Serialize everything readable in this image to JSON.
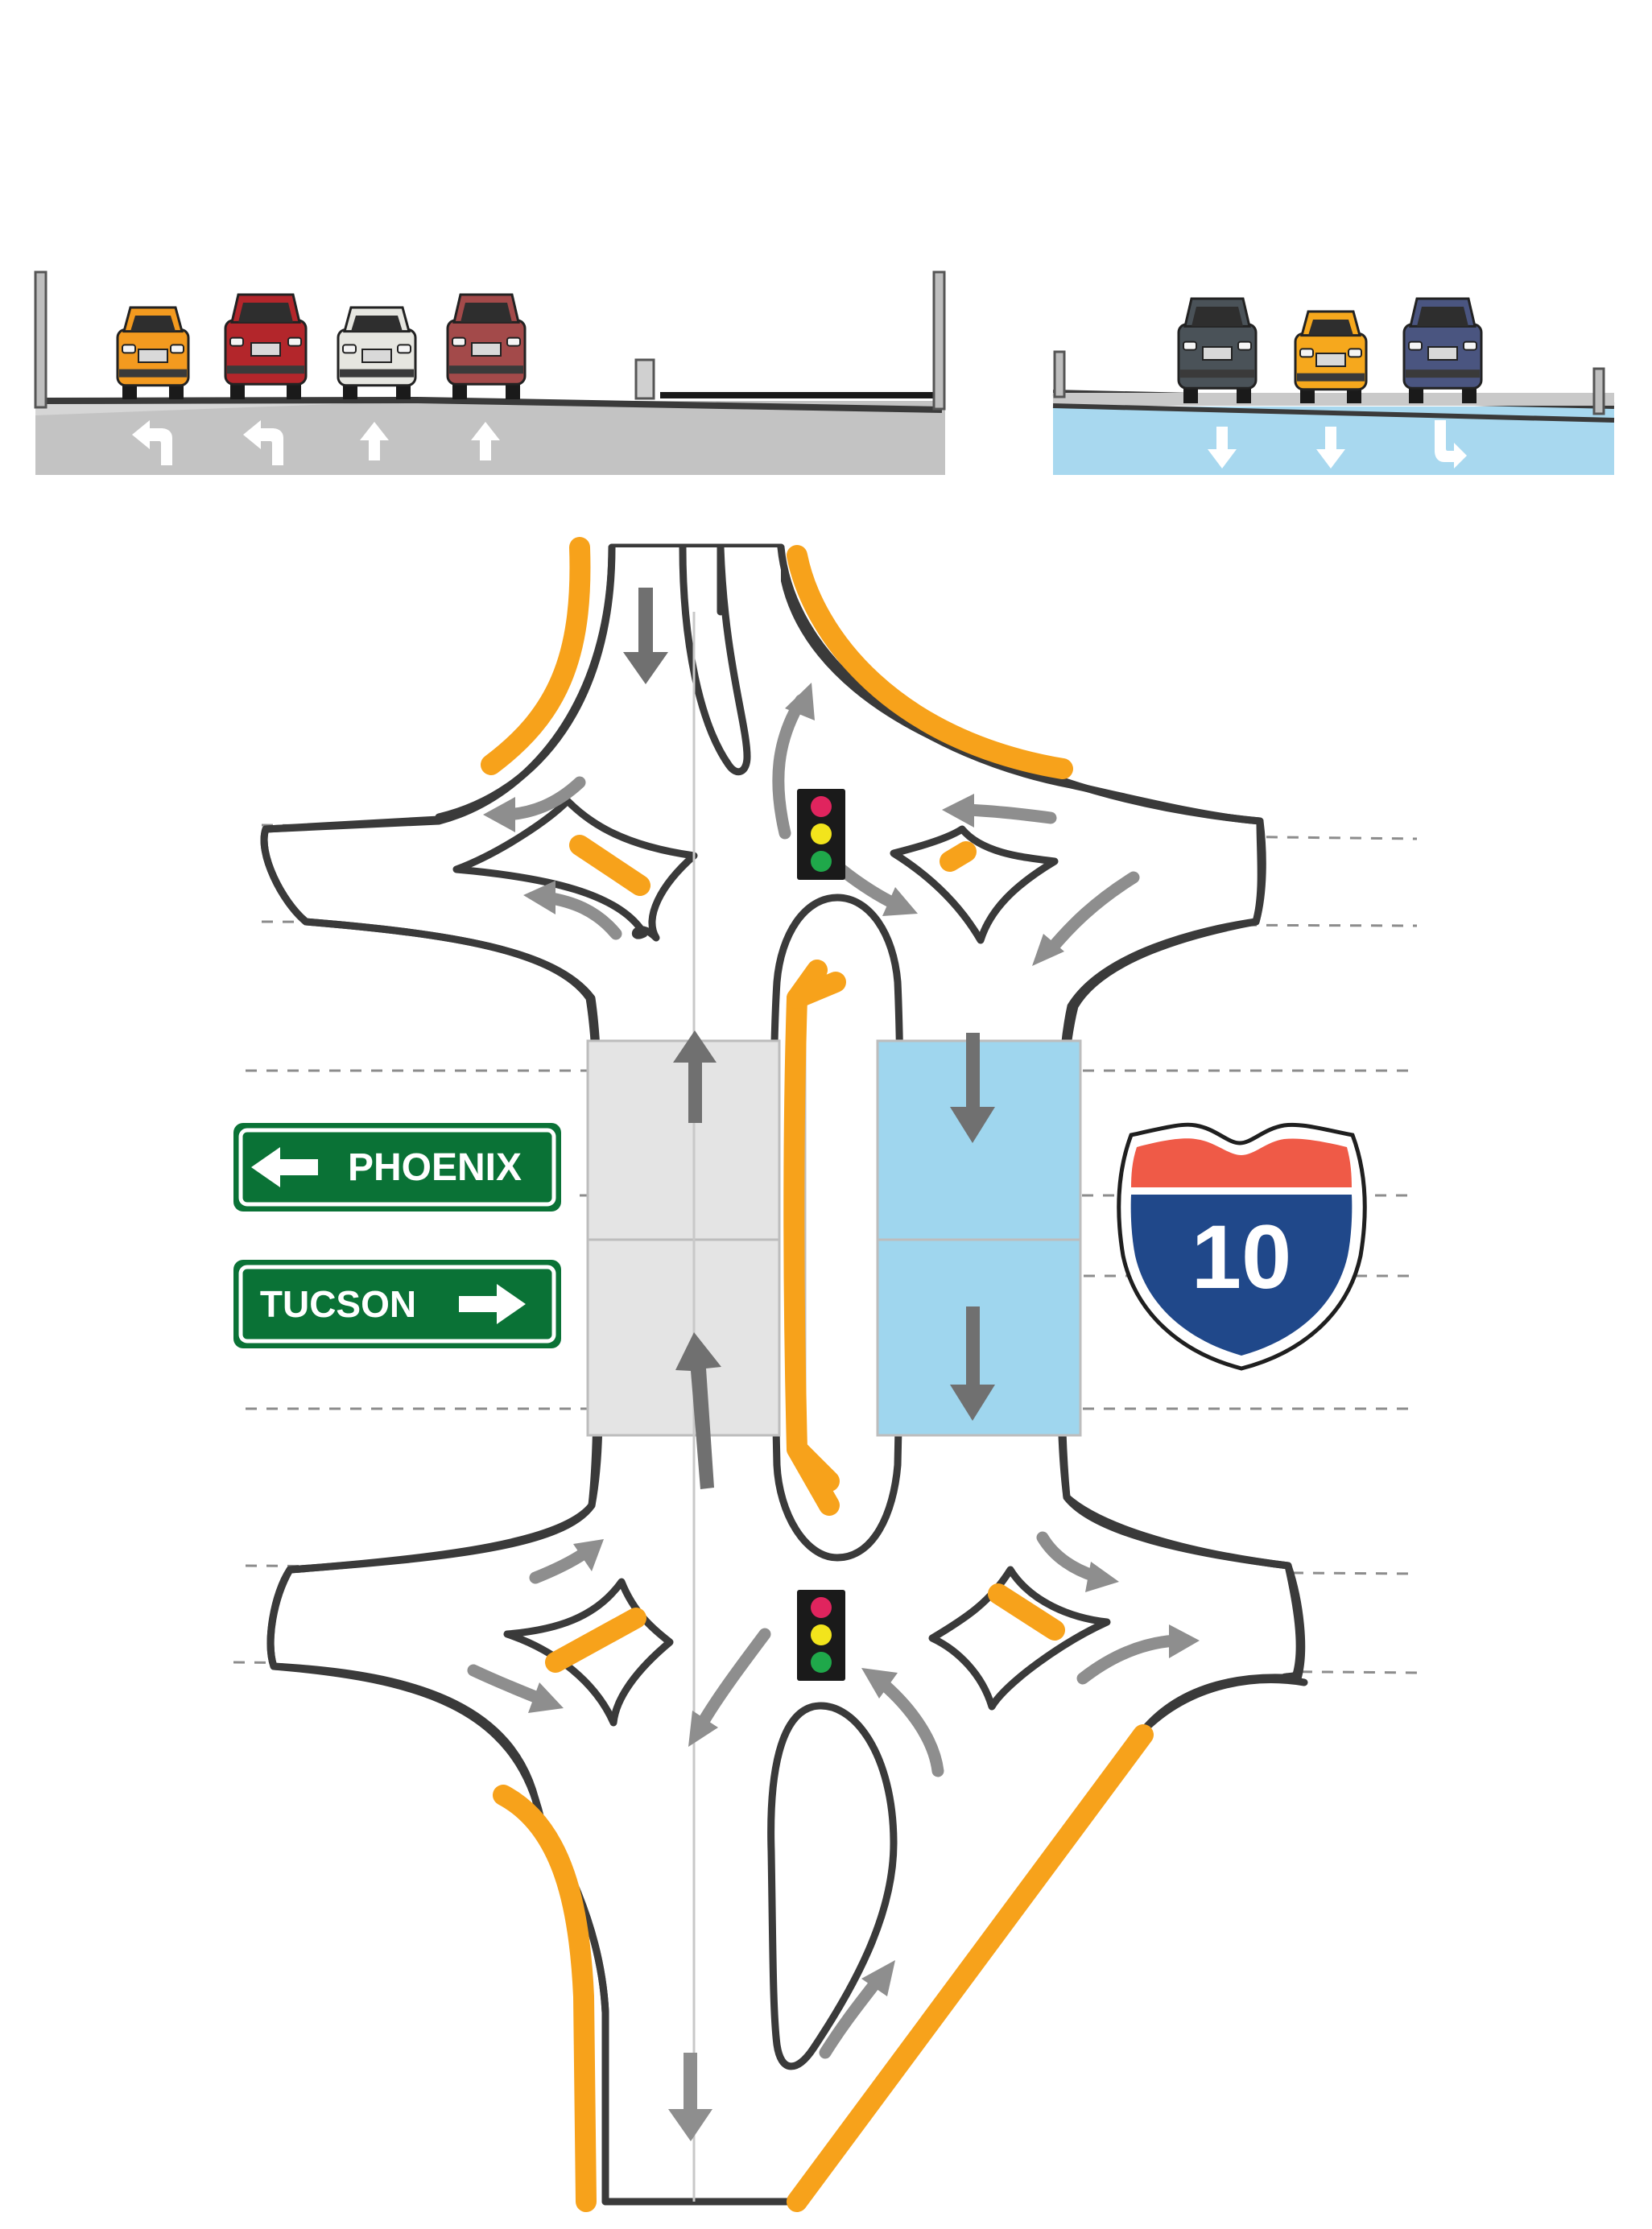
{
  "signs": {
    "phoenix": {
      "label": "PHOENIX",
      "direction": "left",
      "color": "#0a7236"
    },
    "tucson": {
      "label": "TUCSON",
      "direction": "right",
      "color": "#0a7236"
    }
  },
  "interstate_shield": {
    "number": "10",
    "top_color": "#ef5a47",
    "bottom_color": "#20488a"
  },
  "cross_sections": {
    "left": {
      "surface_color": "#c3c3c3",
      "vehicles": [
        {
          "type": "compact-car",
          "color": "#f39a1f"
        },
        {
          "type": "van",
          "color": "#b3262b"
        },
        {
          "type": "minivan",
          "color": "#e6e6e0"
        },
        {
          "type": "pickup-truck",
          "color": "#a34a4a"
        }
      ],
      "lane_arrows": [
        "left-turn",
        "left-turn",
        "through",
        "through"
      ]
    },
    "right": {
      "surface_color": "#a8d8ef",
      "vehicles": [
        {
          "type": "suv",
          "color": "#4a5258"
        },
        {
          "type": "compact-car",
          "color": "#f6a81d"
        },
        {
          "type": "pickup-truck",
          "color": "#4a5580"
        }
      ],
      "lane_arrows": [
        "through",
        "through",
        "right-turn"
      ]
    }
  },
  "traffic_signals": [
    {
      "location": "north",
      "lights": [
        "#e0245e",
        "#f2e41c",
        "#1fa84a"
      ]
    },
    {
      "location": "south",
      "lights": [
        "#e0245e",
        "#f2e41c",
        "#1fa84a"
      ]
    }
  ],
  "bridge": {
    "left_deck_color": "#e4e4e4",
    "right_deck_color": "#9fd6ee"
  },
  "colors": {
    "curb_orange": "#f7a21b",
    "road_outline": "#3a3a3a",
    "flow_arrow": "#8e8e8e"
  }
}
